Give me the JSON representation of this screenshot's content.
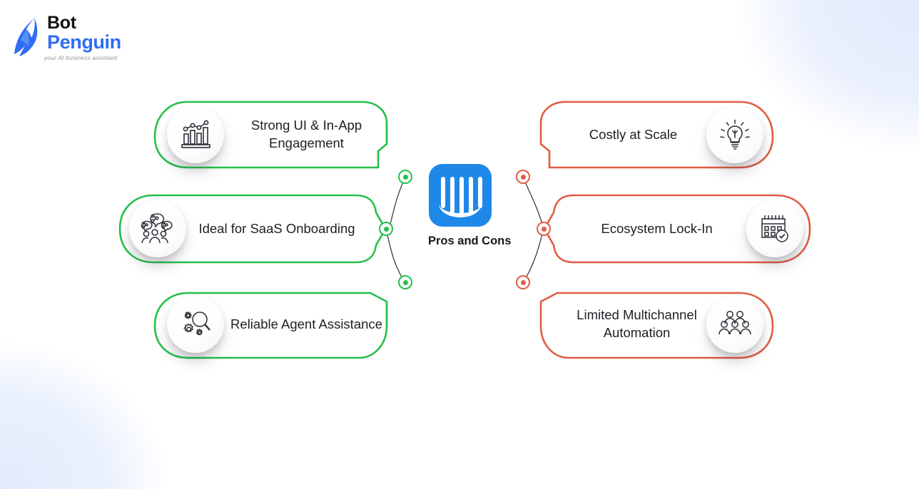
{
  "brand": {
    "name_line1": "Bot",
    "name_line2": "Penguin",
    "tagline": "your AI business assistant",
    "logo_icon": "penguin-icon",
    "color_primary": "#2f6df5",
    "color_dark": "#111315"
  },
  "center": {
    "label": "Pros and Cons",
    "icon": "intercom-logo-icon",
    "icon_color": "#1e88e8"
  },
  "colors": {
    "pro": "#24c04b",
    "con": "#e15c43",
    "text": "#1c1f24",
    "background": "#ffffff"
  },
  "pros": {
    "side": "left",
    "accent": "#24c04b",
    "items": [
      {
        "label": "Strong UI & In-App Engagement",
        "icon": "bar-chart-growth-icon"
      },
      {
        "label": "Ideal for SaaS Onboarding",
        "icon": "people-share-bubbles-icon"
      },
      {
        "label": "Reliable Agent Assistance",
        "icon": "gears-magnifier-icon"
      }
    ]
  },
  "cons": {
    "side": "right",
    "accent": "#e15c43",
    "items": [
      {
        "label": "Costly at Scale",
        "icon": "lightbulb-icon"
      },
      {
        "label": "Ecosystem Lock-In",
        "icon": "calendar-check-icon"
      },
      {
        "label": "Limited Multichannel Automation",
        "icon": "people-group-icon"
      }
    ]
  }
}
